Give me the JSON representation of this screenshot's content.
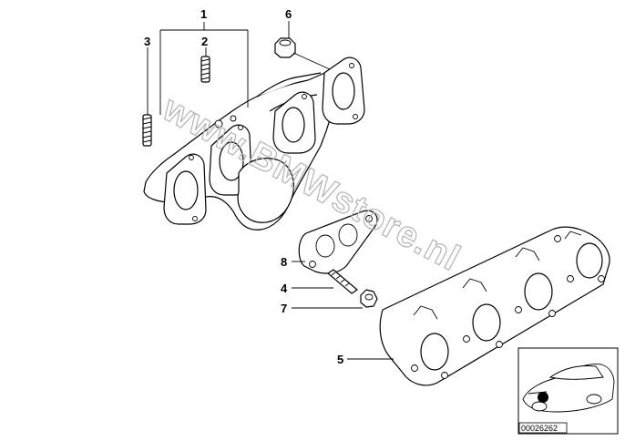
{
  "callouts": {
    "c1": "1",
    "c2": "2",
    "c3": "3",
    "c4": "4",
    "c5": "5",
    "c6": "6",
    "c7": "7",
    "c8": "8"
  },
  "watermark": "www.BMWstore.nl",
  "thumbnail": {
    "code": "00026262",
    "marker_color": "#000000"
  }
}
